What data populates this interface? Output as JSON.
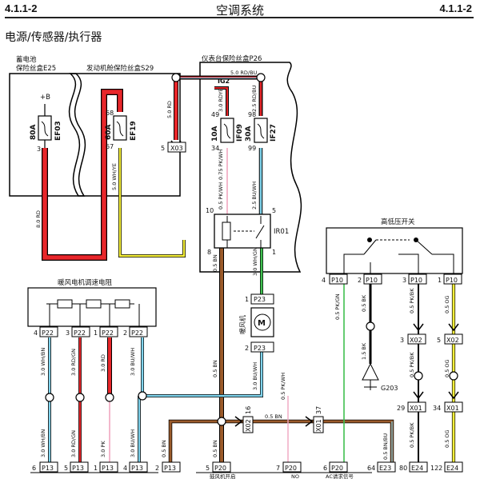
{
  "header": {
    "code_left": "4.1.1-2",
    "title": "空调系统",
    "code_right": "4.1.1-2"
  },
  "section_title": "电源/传感器/执行器",
  "boxes": {
    "battery_box_line1": "蓄电池",
    "battery_box_line2": "保险丝盒E25",
    "engine_box": "发动机舱保险丝盒S29",
    "dash_box": "仪表台保险丝盒P26",
    "blower_res": "暖风电机调速电阻",
    "hp_switch": "高低压开关"
  },
  "fuses": {
    "ef03_amp": "80A",
    "ef03_name": "EF03",
    "ef03_plus": "+B",
    "ef03_pin": "3",
    "ef19_amp": "60A",
    "ef19_name": "EF19",
    "ef19_in": "68",
    "ef19_out": "67",
    "if09_amp": "10A",
    "if09_name": "IF09",
    "if09_in": "49",
    "if09_out": "34",
    "if27_amp": "30A",
    "if27_name": "IF27",
    "if27_in": "98",
    "if27_out": "99"
  },
  "labels": {
    "ig2": "IG2",
    "ir01": "IR01",
    "g203": "G203",
    "blower": "暖风机",
    "n10": "10",
    "n5": "5",
    "n8": "8",
    "n1": "1",
    "n2": "2",
    "n1b": "1"
  },
  "wires": {
    "w_8rd": "8.0 RD",
    "w_5rd": "5.0 RD",
    "w_5rdbu": "5.0 RD/BU",
    "w_5whye": "5.0 WH/YE",
    "w_3rdye": "3.0 RDYE",
    "w_25rdbu": "2.5 RD/BU",
    "w_075pkwh": "0.75 PK/WH",
    "w_05pkwh": "0.5 PK/WH",
    "w_25buwh": "2.5 BU/WH",
    "w_05bn": "0.5 BN",
    "w_3whgn": "3.0 WH/GN",
    "w_3buwh": "3.0 BU/WH",
    "w_05pkwh2": "0.5 PK/WH",
    "w_3whbn": "3.0 WH/BN",
    "w_3rdgn": "3.0 RD/GN",
    "w_3rd": "3.0 RD",
    "w_3buwh2": "3.0 BU/WH",
    "w_3pk": "3.0 PK",
    "w_3buwh3": "3.0 BU/WH",
    "w_05bn2": "0.5 BN",
    "w_05bn3": "0.5 BN",
    "w_05pkgn": "0.5 PK/GN",
    "w_05bk": "0.5 BK",
    "w_15bk": "1.5 BK",
    "w_05pkbk": "0.5 PK/BK",
    "w_05pkbk2": "0.5 PK/BK",
    "w_05pkbk3": "0.5 PK/BK",
    "w_05og": "0.5 OG",
    "w_05og2": "0.5 OG",
    "w_05og3": "0.5 OG",
    "w_05bnbu": "0.5 BN/BU"
  },
  "connectors": {
    "x03_pin": "5",
    "x03": "X03",
    "p10_a_pin": "4",
    "p10_a": "P10",
    "p10_b_pin": "2",
    "p10_b": "P10",
    "p10_c_pin": "3",
    "p10_c": "P10",
    "p10_d_pin": "1",
    "p10_d": "P10",
    "p23_top": "P23",
    "p23_bot": "P23",
    "p22_a_pin": "4",
    "p22_a": "P22",
    "p22_b_pin": "3",
    "p22_b": "P22",
    "p22_c_pin": "1",
    "p22_c": "P22",
    "p22_d_pin": "2",
    "p22_d": "P22",
    "x02_a_pin": "3",
    "x02_a": "X02",
    "x02_b_pin": "5",
    "x02_b": "X02",
    "x01_a_pin": "29",
    "x01_a": "X01",
    "x01_b_pin": "34",
    "x01_b": "X01",
    "x02_mid_pin": "16",
    "x02_mid": "X02",
    "x01_mid_pin": "37",
    "x01_mid": "X01",
    "p13_a_pin": "6",
    "p13_a": "P13",
    "p13_b_pin": "5",
    "p13_b": "P13",
    "p13_c_pin": "1",
    "p13_c": "P13",
    "p13_d_pin": "4",
    "p13_d": "P13",
    "p13_e_pin": "2",
    "p13_e": "P13",
    "p20_a_pin": "5",
    "p20_a": "P20",
    "p20_b_pin": "7",
    "p20_b": "P20",
    "p20_c_pin": "6",
    "p20_c": "P20",
    "e23_pin": "64",
    "e23": "E23",
    "e24_a_pin": "80",
    "e24_a": "E24",
    "e24_b_pin": "122",
    "e24_b": "E24"
  },
  "bottom_labels": {
    "blower_start": "鼓风机开启",
    "no": "NO",
    "ac_req": "AC请求信号"
  },
  "colors": {
    "red": "#e8262a",
    "yellow": "#f5ef3a",
    "pink": "#f0a6c0",
    "cyan": "#7fd3ec",
    "brown": "#9a5a2a",
    "green": "#3fbf4f",
    "orange": "#f08a2a",
    "gray": "#aaaaaa"
  }
}
